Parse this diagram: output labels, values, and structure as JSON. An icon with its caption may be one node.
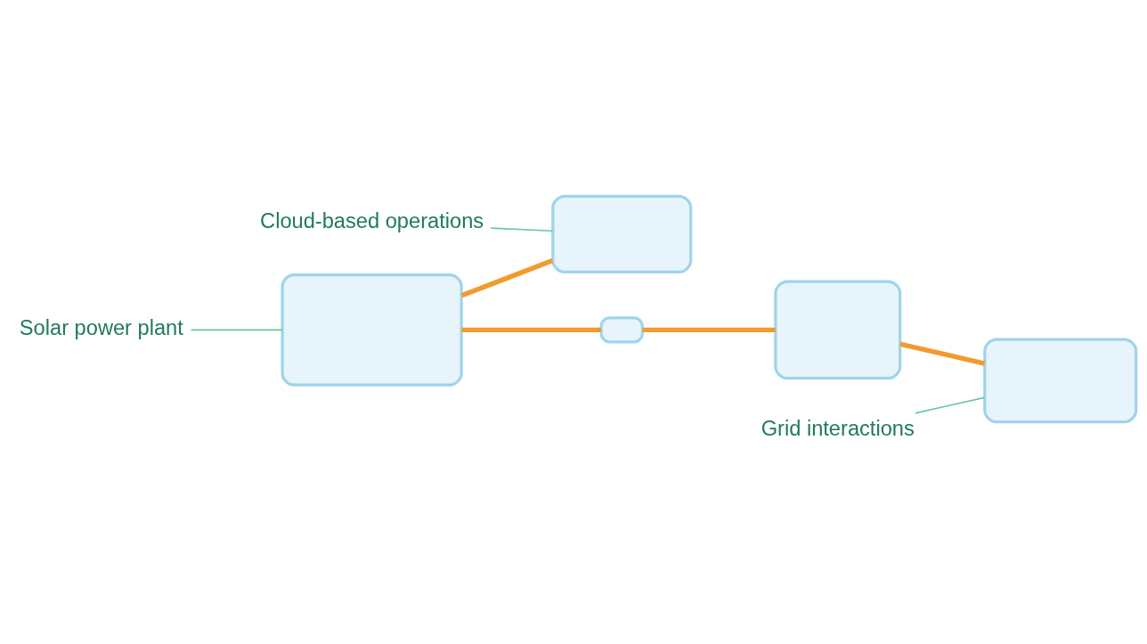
{
  "diagram": {
    "nodes": [
      {
        "text": [
          "Solar power plant"
        ]
      },
      {
        "text": [],
        "shape": "box"
      },
      {
        "text": [
          "Cloud-based operations"
        ]
      },
      {
        "text": [],
        "shape": "box"
      },
      {
        "text": [],
        "shape": "box"
      },
      {
        "text": [],
        "shape": "box"
      },
      {
        "text": [],
        "shape": "box"
      },
      {
        "text": [
          "Grid interactions"
        ]
      }
    ],
    "edges": [
      {
        "from": 0,
        "to": 1,
        "arrow": "none",
        "color": "#6cc6a6"
      },
      {
        "from": 2,
        "to": 3,
        "arrow": "none",
        "color": "#6cc6a6"
      },
      {
        "from": 1,
        "to": 3,
        "arrow": "none"
      },
      {
        "from": 1,
        "to": 4,
        "arrow": "none"
      },
      {
        "from": 4,
        "to": 5,
        "arrow": "none"
      },
      {
        "from": 5,
        "to": 6,
        "arrow": "none"
      },
      {
        "from": 7,
        "to": 6,
        "arrow": "none",
        "color": "#6cc6a6"
      }
    ]
  }
}
